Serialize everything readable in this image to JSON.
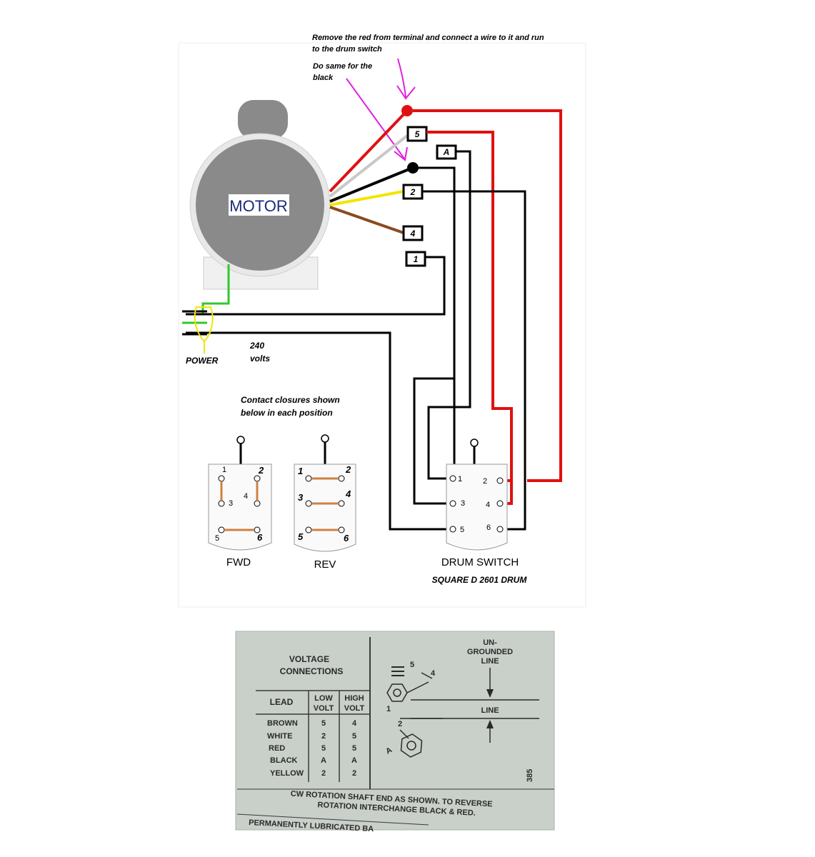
{
  "notes": {
    "red_line1": "Remove the red from terminal and connect a wire to it and run",
    "red_line2": "to the drum switch",
    "black_line1": "Do same for the",
    "black_line2": "black"
  },
  "motor_label": "MOTOR",
  "terminals": {
    "t5": "5",
    "tA": "A",
    "t2": "2",
    "t4": "4",
    "t1": "1"
  },
  "power": {
    "label": "POWER",
    "volts_line1": "240",
    "volts_line2": "volts"
  },
  "contacts_note": {
    "line1": "Contact closures shown",
    "line2": "below in each position"
  },
  "fwd": {
    "n1": "1",
    "n2": "2",
    "n3": "3",
    "n4": "4",
    "n5": "5",
    "n6": "6",
    "caption": "FWD"
  },
  "rev": {
    "n1": "1",
    "n2": "2",
    "n3": "3",
    "n4": "4",
    "n5": "5",
    "n6": "6",
    "caption": "REV"
  },
  "drum": {
    "n1": "1",
    "n2": "2",
    "n3": "3",
    "n4": "4",
    "n5": "5",
    "n6": "6",
    "caption": "DRUM SWITCH",
    "model": "SQUARE D 2601 DRUM"
  },
  "plate": {
    "title1": "VOLTAGE",
    "title2": "CONNECTIONS",
    "col_lead": "LEAD",
    "col_low1": "LOW",
    "col_low2": "VOLT",
    "col_high1": "HIGH",
    "col_high2": "VOLT",
    "rows": [
      {
        "lead": "BROWN",
        "low": "5",
        "high": "4"
      },
      {
        "lead": "WHITE",
        "low": "2",
        "high": "5"
      },
      {
        "lead": "RED",
        "low": "5",
        "high": "5"
      },
      {
        "lead": "BLACK",
        "low": "A",
        "high": "A"
      },
      {
        "lead": "YELLOW",
        "low": "2",
        "high": "2"
      }
    ],
    "ungrounded1": "UN-",
    "ungrounded2": "GROUNDED",
    "ungrounded3": "LINE",
    "line": "LINE",
    "lbl5": "5",
    "lbl4": "4",
    "lbl1": "1",
    "lbl2": "2",
    "lblA": "A",
    "side_code": "385",
    "footer1": "CW ROTATION SHAFT END AS SHOWN. TO REVERSE",
    "footer2": "ROTATION INTERCHANGE BLACK & RED.",
    "footer3": "PERMANENTLY LUBRICATED BA"
  },
  "colors": {
    "red": "#e01010",
    "black": "#000000",
    "white_wire": "#c8c8c8",
    "yellow": "#f2e600",
    "brown": "#8b4a1e",
    "green": "#2ec82e",
    "magenta": "#e020e0",
    "motor_gray": "#8a8a8a",
    "contact_link": "#d08040",
    "plate_bg": "#c9cfc9"
  }
}
